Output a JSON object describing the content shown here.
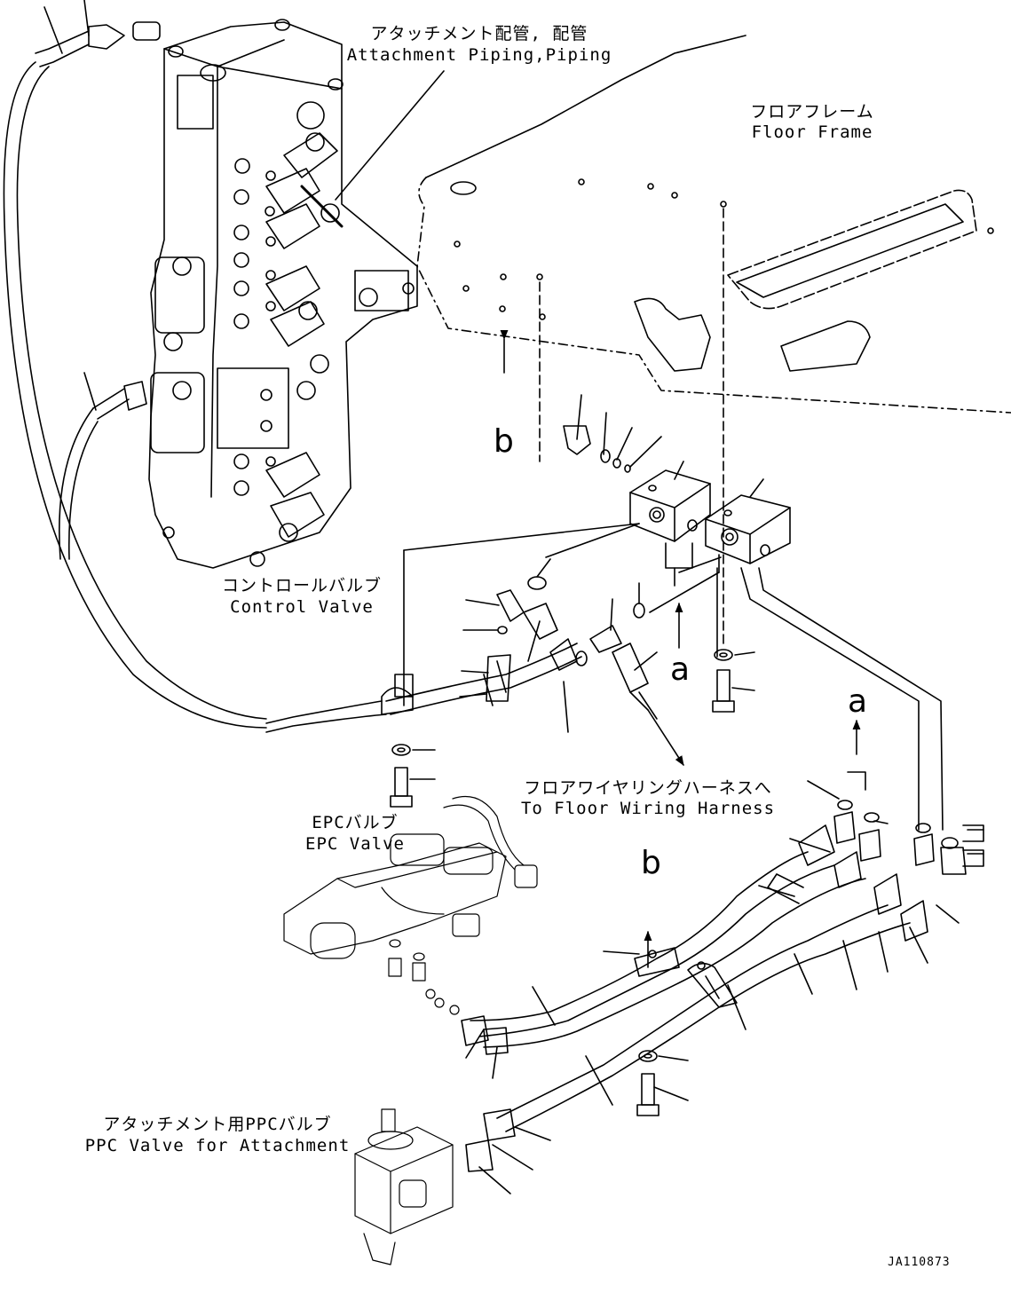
{
  "labels": {
    "attachment_piping_jp": "アタッチメント配管, 配管",
    "attachment_piping_en": "Attachment Piping,Piping",
    "floor_frame_jp": "フロアフレーム",
    "floor_frame_en": "Floor Frame",
    "control_valve_jp": "コントロールバルブ",
    "control_valve_en": "Control Valve",
    "floor_harness_jp": "フロアワイヤリングハーネスへ",
    "floor_harness_en": "To Floor Wiring Harness",
    "epc_valve_jp": "EPCバルブ",
    "epc_valve_en": "EPC Valve",
    "ppc_valve_jp": "アタッチメント用PPCバルブ",
    "ppc_valve_en": "PPC Valve for Attachment"
  },
  "markers": {
    "b_upper": "b",
    "a_middle": "a",
    "a_right": "a",
    "b_lower": "b"
  },
  "drawing_code": "JA110873"
}
